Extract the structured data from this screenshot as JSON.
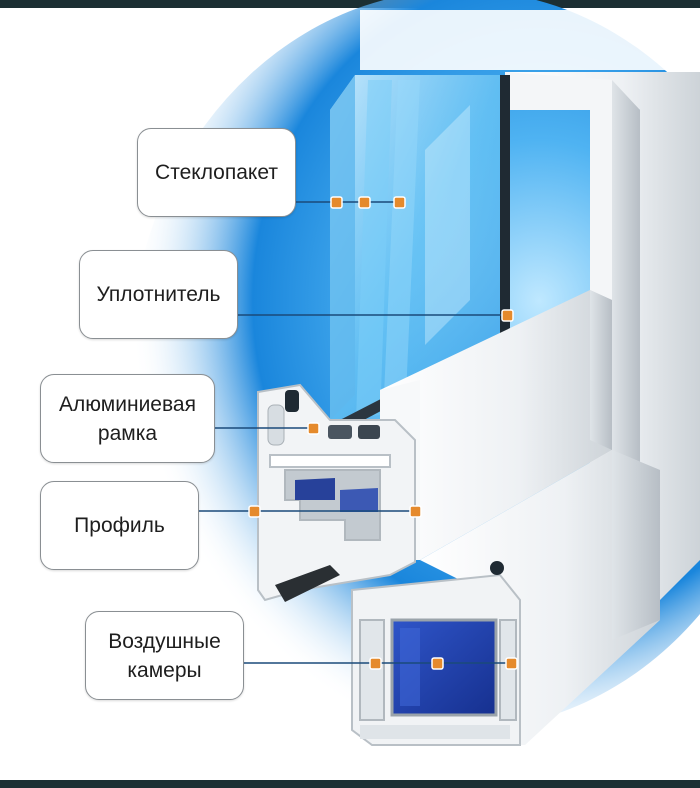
{
  "labels": {
    "glass_unit": "Стеклопакет",
    "seal": "Уплотнитель",
    "aluminum_frame": "Алюминиевая\nрамка",
    "profile": "Профиль",
    "air_chambers": "Воздушные\nкамеры"
  },
  "colors": {
    "marker": "#e58a2c",
    "background_blue": "#1f8fe0",
    "profile_white": "#eef1f4",
    "chamber_blue": "#1e3fae",
    "leader_line": "#1a4a7a"
  }
}
